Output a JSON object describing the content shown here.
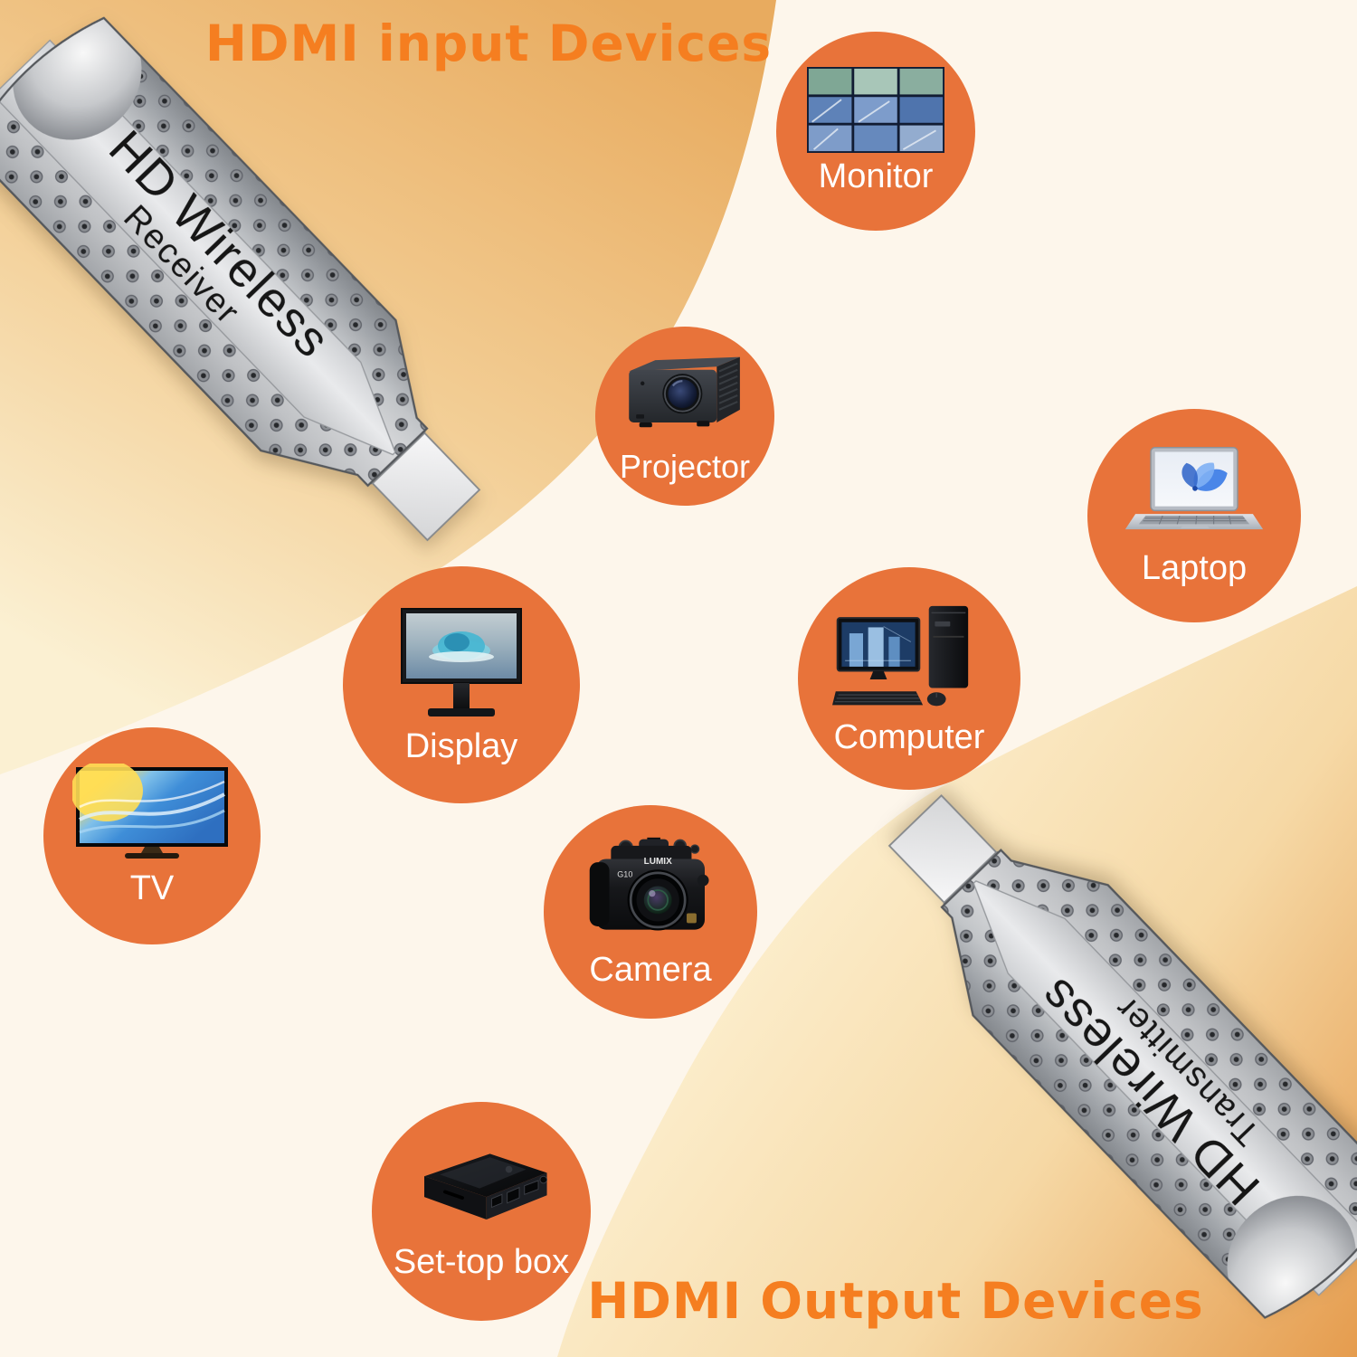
{
  "headings": {
    "input": "HDMI input Devices",
    "output": "HDMI Output Devices"
  },
  "receiver": {
    "line1": "HD Wireless",
    "line2": "Receiver"
  },
  "transmitter": {
    "line1": "HD Wireless",
    "line2": "Transmitter"
  },
  "devices": [
    {
      "id": "monitor",
      "label": "Monitor"
    },
    {
      "id": "projector",
      "label": "Projector"
    },
    {
      "id": "laptop",
      "label": "Laptop"
    },
    {
      "id": "display",
      "label": "Display"
    },
    {
      "id": "computer",
      "label": "Computer"
    },
    {
      "id": "tv",
      "label": "TV"
    },
    {
      "id": "camera",
      "label": "Camera"
    },
    {
      "id": "settop",
      "label": "Set-top box"
    }
  ],
  "camera_markings": {
    "brand": "LUMIX",
    "model": "G10"
  },
  "colors": {
    "heading_orange": "#F57E20",
    "circle_orange": "#E8733A",
    "background_cream": "#FDF6EB",
    "swoosh_tan_dark": "#E8AB5F",
    "swoosh_pale_yellow": "#FBF0D2",
    "swoosh_bottom_orange": "#E59C4E",
    "device_label_text": "#FFFFFF",
    "dongle_text": "#1A1A1A"
  }
}
